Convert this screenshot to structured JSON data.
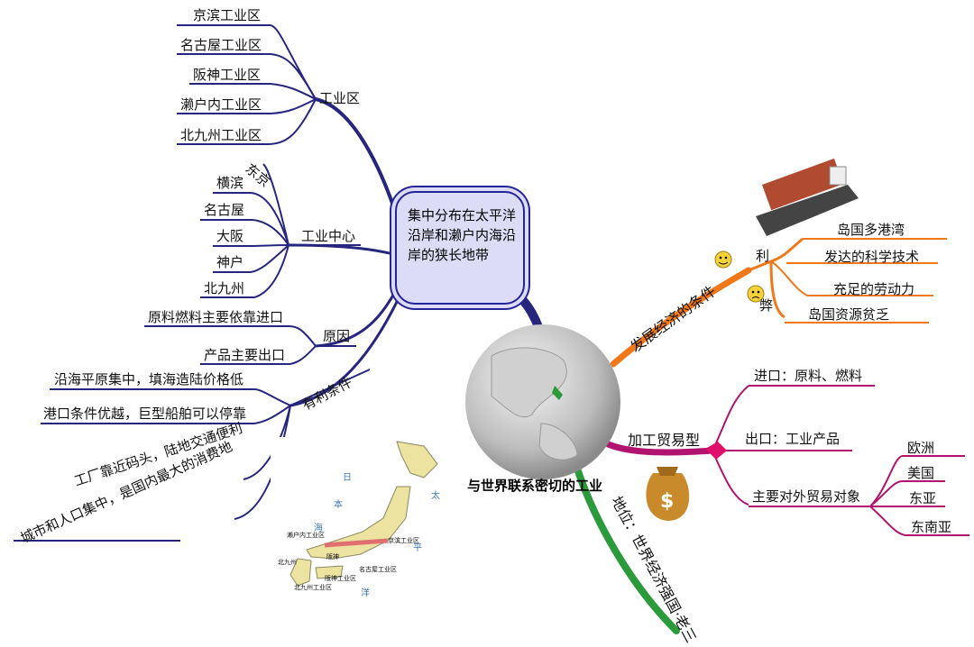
{
  "center": "与世界联系密切的工业",
  "distribution": "集中分布在太平洋沿岸和濑户内海沿岸的狭长地带",
  "industrial_zones": {
    "label": "工业区",
    "items": [
      "京滨工业区",
      "名古屋工业区",
      "阪神工业区",
      "濑户内工业区",
      "北九州工业区"
    ]
  },
  "industrial_centers": {
    "label": "工业中心",
    "items": [
      "东京",
      "横滨",
      "名古屋",
      "大阪",
      "神户",
      "北九州"
    ]
  },
  "reasons": {
    "label": "原因",
    "items": [
      "原料燃料主要依靠进口",
      "产品主要出口"
    ]
  },
  "favorable": {
    "label": "有利条件",
    "items": [
      "沿海平原集中，填海造陆价格低",
      "港口条件优越，巨型船舶可以停靠",
      "工厂靠近码头，陆地交通便利",
      "城市和人口集中，是国内最大的消费地"
    ]
  },
  "economy": {
    "label": "发展经济的条件",
    "pro_label": "利",
    "pro_items": [
      "岛国多港湾",
      "发达的科学技术",
      "充足的劳动力"
    ],
    "con_label": "弊",
    "con_items": [
      "岛国资源贫乏"
    ]
  },
  "trade": {
    "label": "加工贸易型",
    "import": "进口：原料、燃料",
    "export": "出口：工业产品",
    "partners_label": "主要对外贸易对象",
    "partners": [
      "欧洲",
      "美国",
      "东亚",
      "东南亚"
    ]
  },
  "status": "地位：世界经济强国·老三",
  "map": {
    "zones": [
      "濑户内工业区",
      "京滨工业区",
      "北九州",
      "阪神",
      "名古屋工业区",
      "阪神工业区",
      "北九州工业区"
    ],
    "sea_words": [
      "日",
      "本",
      "海",
      "太",
      "平",
      "洋"
    ]
  },
  "colors": {
    "left_branches": "#26267f",
    "economy": "#f07818",
    "trade": "#b0146e",
    "status": "#2a9a3a"
  }
}
